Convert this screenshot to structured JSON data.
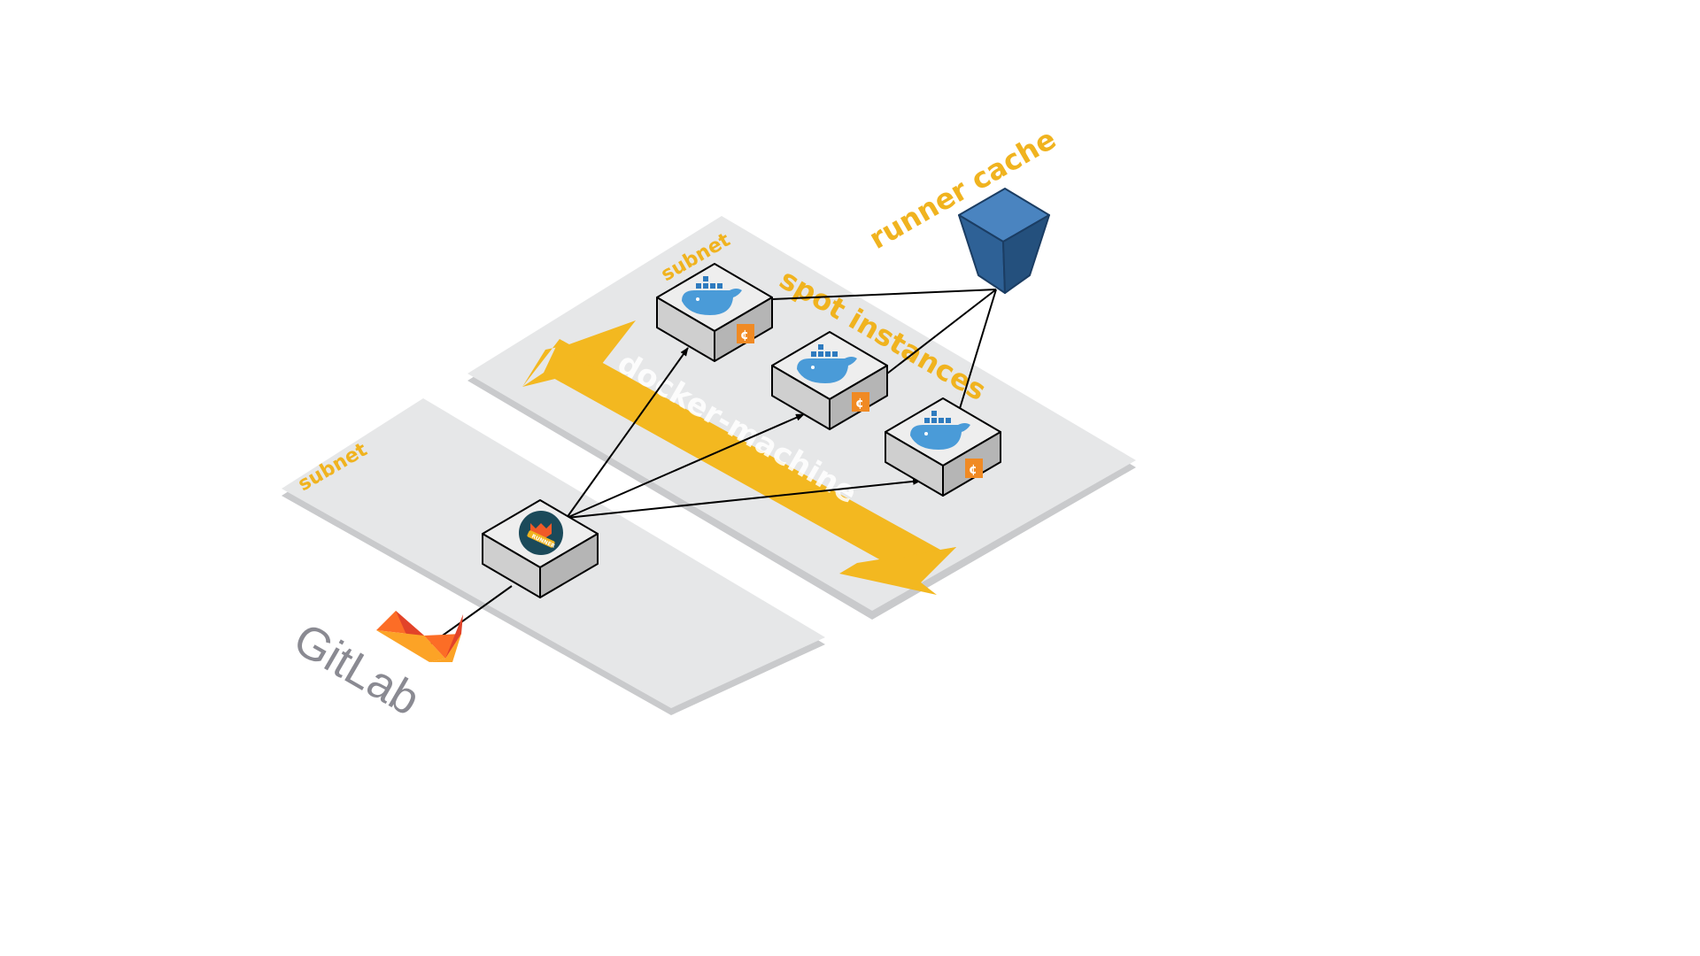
{
  "labels": {
    "subnet_left": "subnet",
    "subnet_right": "subnet",
    "spot_instances": "spot instances",
    "runner_cache": "runner cache",
    "docker_machine": "docker-machine",
    "gitlab": "GitLab",
    "runner_badge": "RUNNER",
    "spot_badge": "¢"
  },
  "icons": {
    "gitlab_logo": "gitlab-fox-icon",
    "runner": "gitlab-runner-icon",
    "docker": "docker-whale-icon",
    "spot": "spot-instance-icon",
    "bucket": "s3-bucket-icon"
  },
  "colors": {
    "subnet_fill": "#e6e7e8",
    "subnet_edge": "#c9cacc",
    "accent": "#f0b31f",
    "bucket": "#2e6196",
    "docker": "#4a9bd8",
    "spot": "#f08a24",
    "gitlab_orange": "#e24329"
  }
}
